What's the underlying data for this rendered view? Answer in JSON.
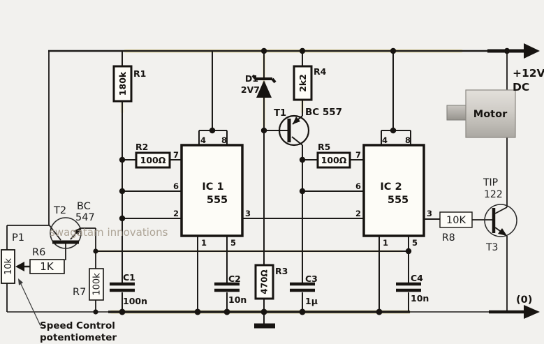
{
  "power": {
    "plus": "+12V",
    "plus_sub": "DC",
    "zero": "(0)"
  },
  "components": {
    "r1": {
      "ref": "R1",
      "value": "180k"
    },
    "r2": {
      "ref": "R2",
      "value": "100Ω"
    },
    "r3": {
      "ref": "R3",
      "value": "470Ω"
    },
    "r4": {
      "ref": "R4",
      "value": "2k2"
    },
    "r5": {
      "ref": "R5",
      "value": "100Ω"
    },
    "r6": {
      "ref": "R6",
      "value": "1K"
    },
    "r7": {
      "ref": "R7",
      "value": "100k"
    },
    "r8": {
      "ref": "R8",
      "value": "10K"
    },
    "p1": {
      "ref": "P1",
      "value": "10k"
    },
    "c1": {
      "ref": "C1",
      "value": "100n"
    },
    "c2": {
      "ref": "C2",
      "value": "10n"
    },
    "c3": {
      "ref": "C3",
      "value": "1µ"
    },
    "c4": {
      "ref": "C4",
      "value": "10n"
    },
    "d1": {
      "ref": "D1",
      "value": "2V7"
    },
    "t1": {
      "ref": "T1",
      "part": "BC 557"
    },
    "t2": {
      "ref": "T2",
      "part_line1": "BC",
      "part_line2": "547"
    },
    "t3": {
      "ref": "T3",
      "part_line1": "TIP",
      "part_line2": "122"
    },
    "motor": {
      "label": "Motor"
    }
  },
  "ic1": {
    "name": "IC 1",
    "part": "555",
    "pins": {
      "p1": "1",
      "p2": "2",
      "p3": "3",
      "p4": "4",
      "p5": "5",
      "p6": "6",
      "p7": "7",
      "p8": "8"
    }
  },
  "ic2": {
    "name": "IC 2",
    "part": "555",
    "pins": {
      "p1": "1",
      "p2": "2",
      "p3": "3",
      "p4": "4",
      "p5": "5",
      "p6": "6",
      "p7": "7",
      "p8": "8"
    }
  },
  "annotations": {
    "speed_line1": "Speed Control",
    "speed_line2": "potentiometer",
    "watermark": "swagatam innovations"
  }
}
